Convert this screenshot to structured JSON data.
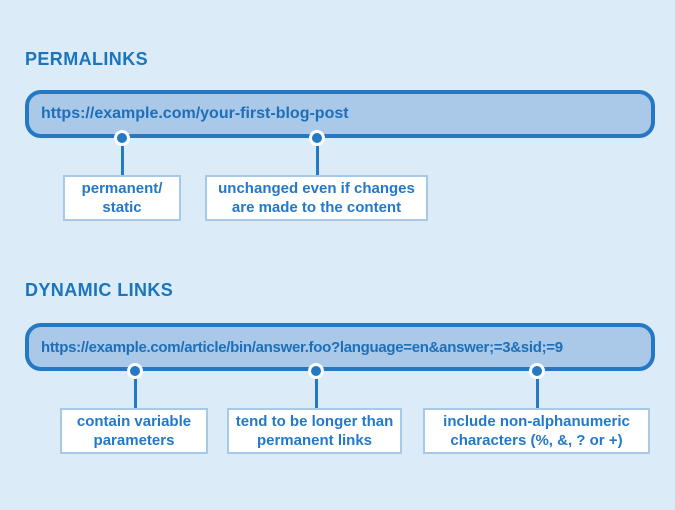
{
  "colors": {
    "background": "#dcebf8",
    "accent_border": "#2478c4",
    "heading_text": "#1b75bc",
    "url_text": "#1d6fb9",
    "pill_fill": "#aac8e8",
    "callout_border": "#a6c9e8",
    "callout_text": "#2379c9",
    "callout_fill": "#ffffff"
  },
  "sections": [
    {
      "heading": "PERMALINKS",
      "url": "https://example.com/your-first-blog-post",
      "callouts": [
        {
          "text": "permanent/ static"
        },
        {
          "text": "unchanged even if changes are made to the content"
        }
      ]
    },
    {
      "heading": "DYNAMIC LINKS",
      "url": "https://example.com/article/bin/answer.foo?language=en&answer;=3&sid;=9",
      "callouts": [
        {
          "text": "contain variable parameters"
        },
        {
          "text": "tend to be longer than permanent links"
        },
        {
          "text": "include non-alphanumeric characters (%, &, ? or +)"
        }
      ]
    }
  ]
}
